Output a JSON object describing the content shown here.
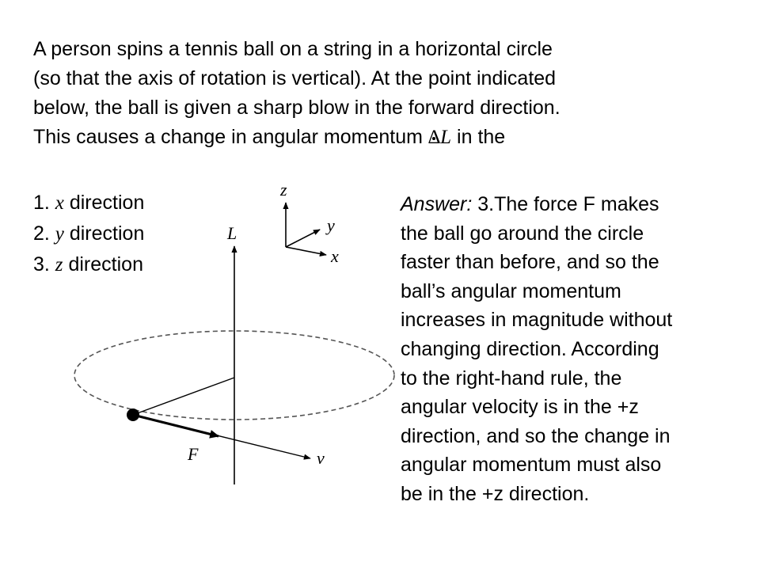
{
  "question": {
    "line1": "A person spins a tennis ball on a string in a horizontal circle",
    "line2": "(so that the axis of rotation is vertical). At the point indicated",
    "line3": "below, the ball is given a sharp blow in the forward direction.",
    "line4_pre": "This causes a change in angular momentum ",
    "delta_symbol": "∆L",
    "line4_post": " in the"
  },
  "choices": [
    {
      "num": "1. ",
      "var": "x",
      "label": " direction"
    },
    {
      "num": "2. ",
      "var": "y",
      "label": " direction"
    },
    {
      "num": "3. ",
      "var": "z",
      "label": " direction"
    }
  ],
  "answer": {
    "prefix": "Answer:",
    "lines": [
      " 3.The force F makes",
      "the ball go around the circle",
      "faster than before, and so the",
      "ball’s angular momentum",
      "increases in magnitude without",
      "changing direction. According",
      "to the right-hand rule, the",
      "angular velocity is in the +z",
      "direction, and so the change in",
      "angular momentum must also",
      "be in the +z direction."
    ]
  },
  "diagram": {
    "axis_z": "z",
    "axis_y": "y",
    "axis_x": "x",
    "label_L": "L",
    "label_F": "F",
    "label_v": "v"
  }
}
